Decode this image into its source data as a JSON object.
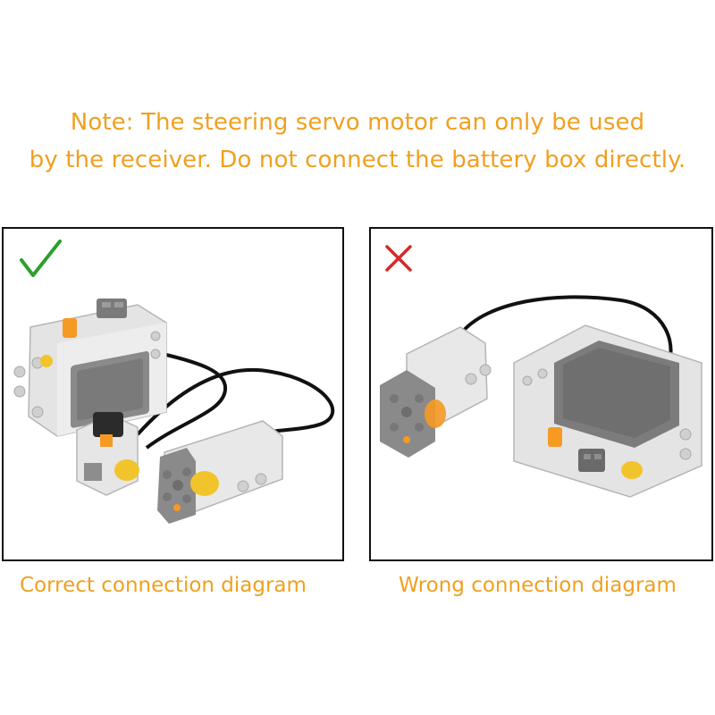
{
  "note": {
    "line1": "Note: The steering servo motor can only be used",
    "line2": "by the receiver. Do not connect the battery box directly."
  },
  "panels": {
    "correct": {
      "marker_icon": "check-icon",
      "marker_color": "#2ca02c",
      "caption": "Correct connection diagram"
    },
    "wrong": {
      "marker_icon": "cross-icon",
      "marker_color": "#d62828",
      "caption": "Wrong connection diagram"
    }
  },
  "colors": {
    "accent_text": "#f0a020",
    "border": "#111111",
    "brick_light": "#e6e6e6",
    "brick_dark": "#7a7a7a",
    "orange_part": "#f59a23",
    "yellow_part": "#f2c42c",
    "cable": "#111111"
  }
}
